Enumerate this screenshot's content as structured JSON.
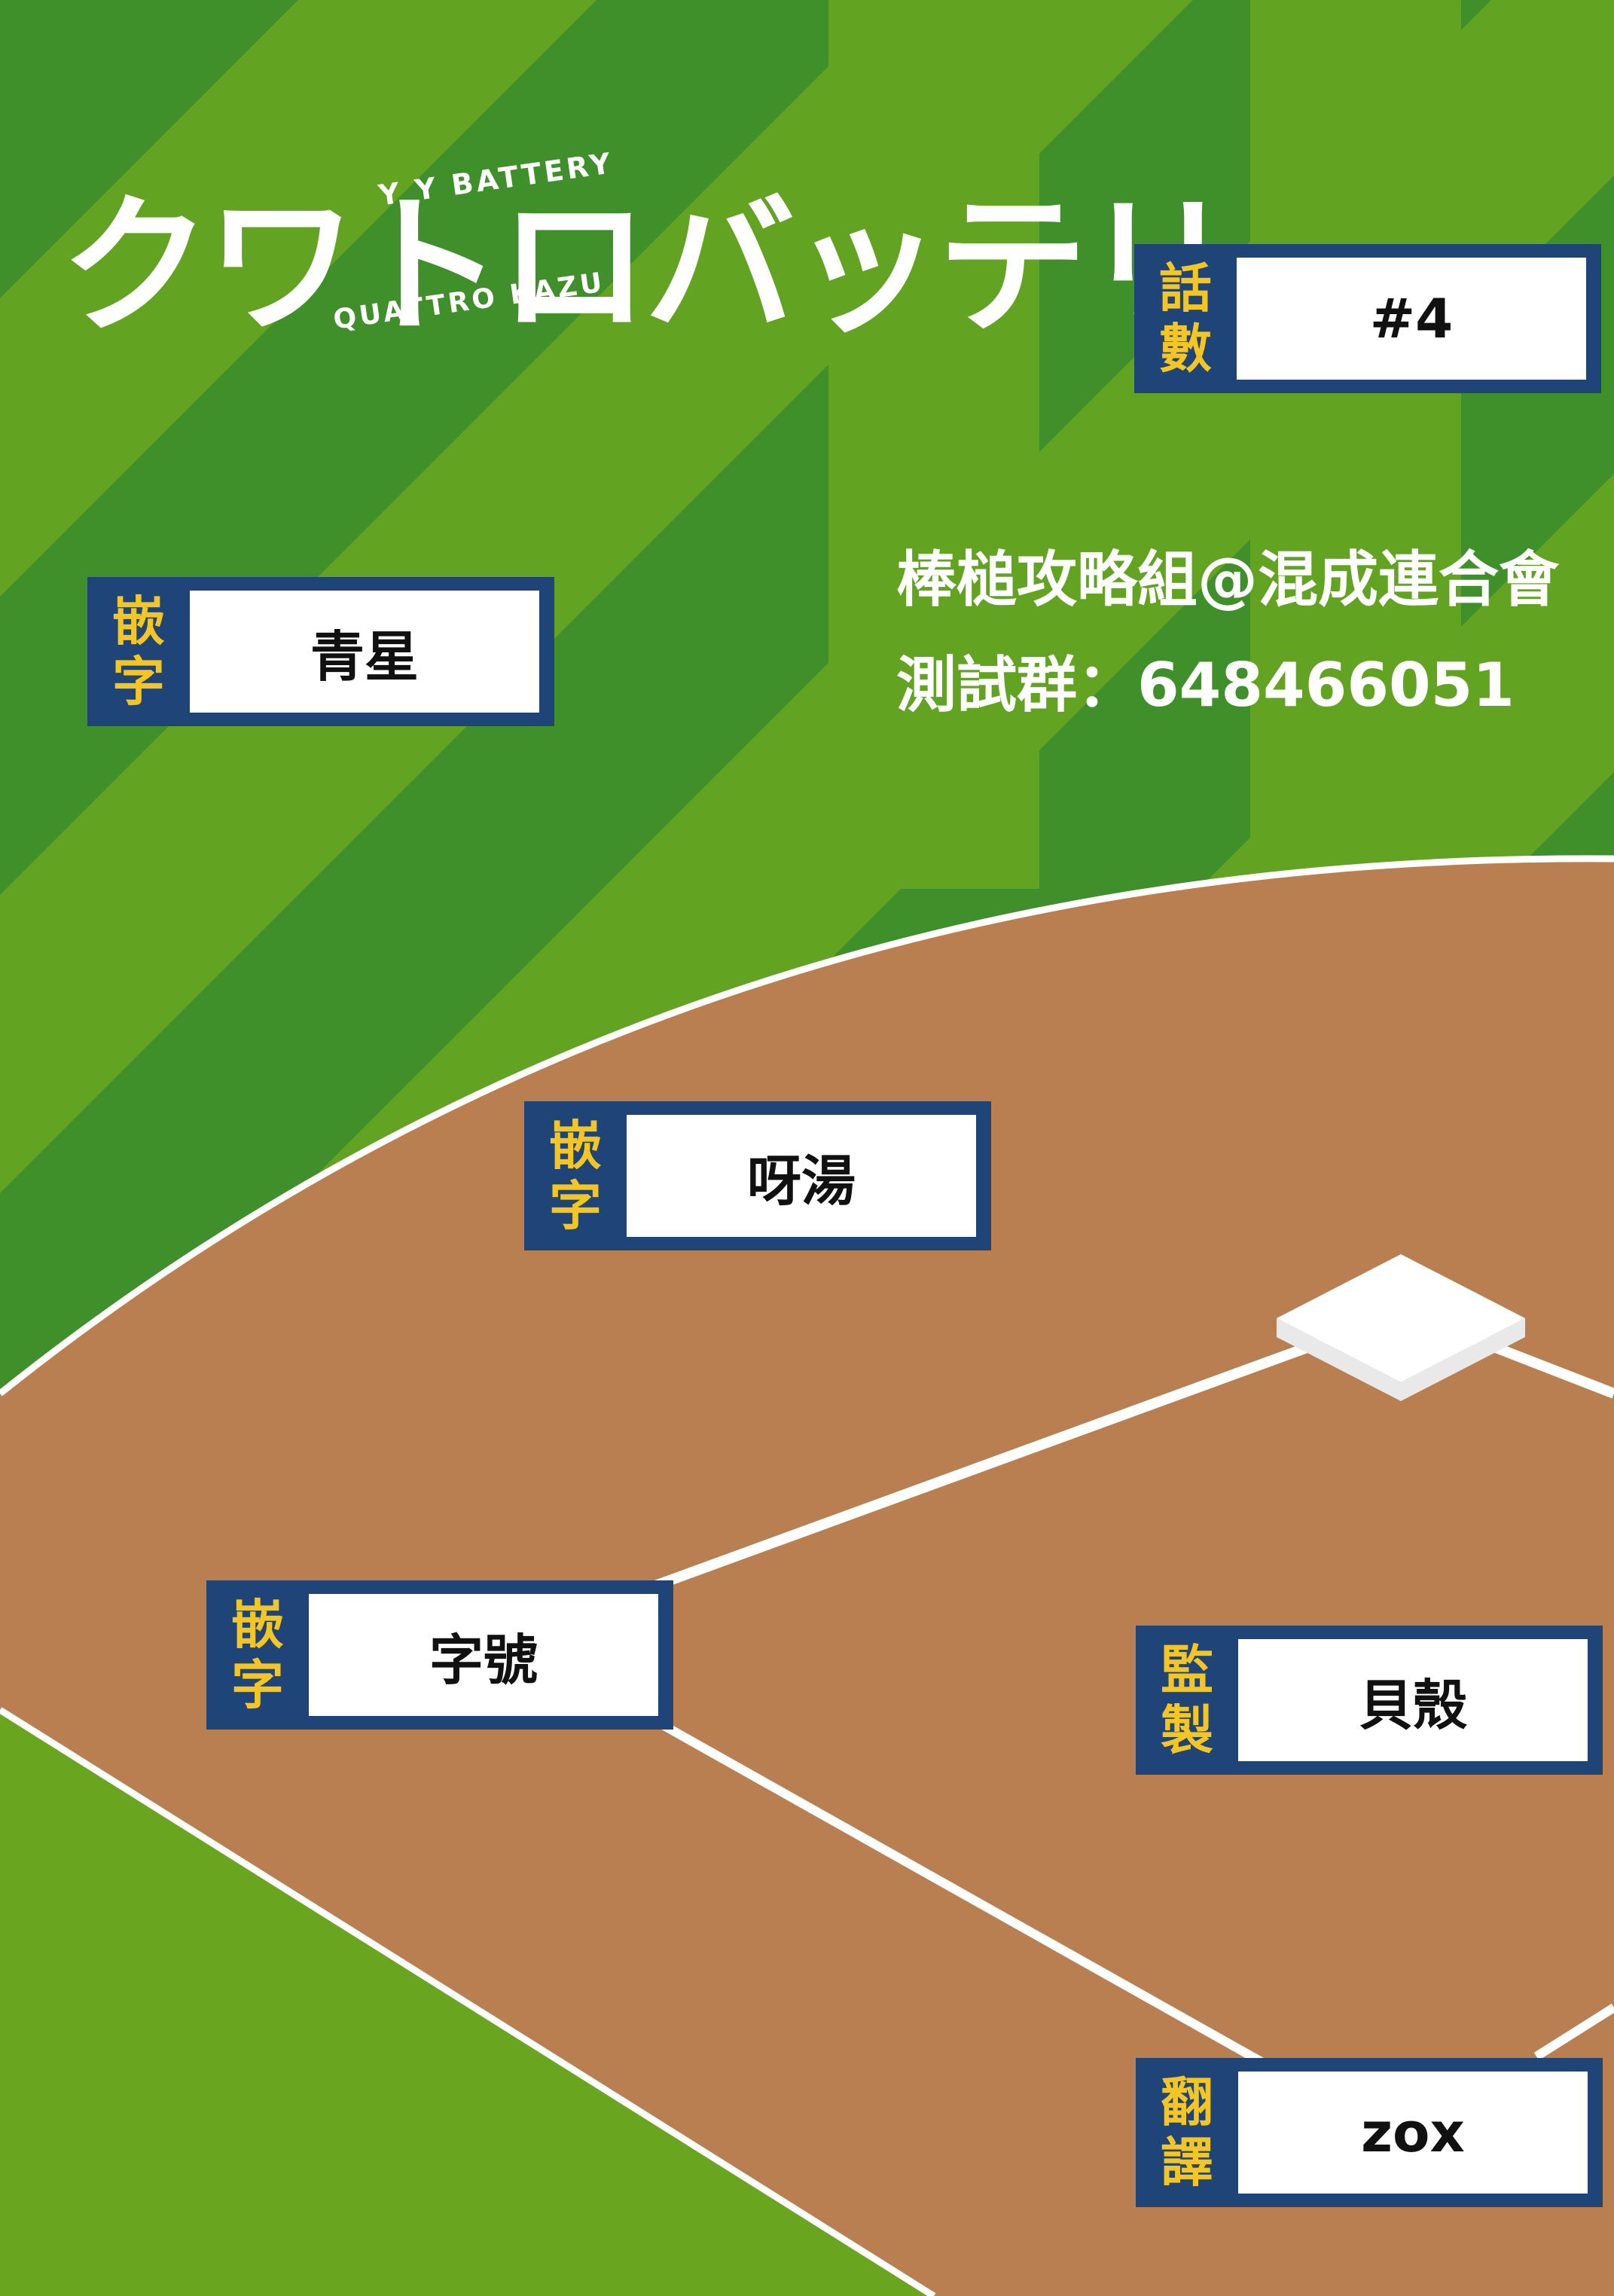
{
  "logo": {
    "main": "クワトロバッテリー",
    "sub1": "Y    Y  BATTERY",
    "sub2": "QUATTRO  KAZU"
  },
  "group": {
    "line1": "棒槌攻略組@混成連合會",
    "line2": "測試群：648466051"
  },
  "credits": [
    {
      "role": "話數",
      "name": "#4"
    },
    {
      "role": "嵌字",
      "name": "青星"
    },
    {
      "role": "嵌字",
      "name": "呀湯"
    },
    {
      "role": "嵌字",
      "name": "字號"
    },
    {
      "role": "監製",
      "name": "貝殼"
    },
    {
      "role": "翻譯",
      "name": "zox"
    }
  ],
  "colors": {
    "grass_dark": "#3f8f2a",
    "grass_light": "#6aa520",
    "dirt": "#b97f50",
    "plate_navy": "#1f4578",
    "role_yellow": "#f5c623",
    "chalk": "#ffffff"
  }
}
